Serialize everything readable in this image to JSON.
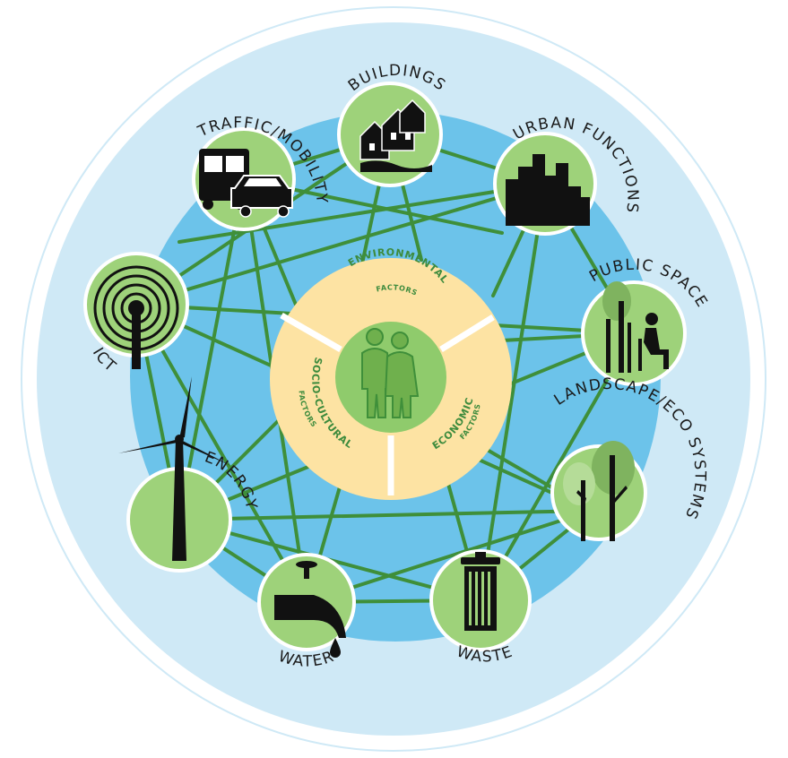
{
  "colors": {
    "outer_ring": "#cfe9f6",
    "inner_disc": "#6cc3ea",
    "node_fill": "#9ed27a",
    "connector": "#3f8f3a",
    "center_disc": "#fde3a3",
    "center_inner": "#8fcb6c",
    "icon": "#111111"
  },
  "nodes": [
    {
      "key": "buildings",
      "label": "BUILDINGS",
      "icon": "houses-icon"
    },
    {
      "key": "urban",
      "label": "URBAN FUNCTIONS",
      "icon": "city-skyline-icon"
    },
    {
      "key": "public",
      "label": "PUBLIC SPACE",
      "icon": "person-on-bench-icon"
    },
    {
      "key": "landscape",
      "label": "LANDSCAPE/ECO SYSTEMS",
      "icon": "trees-icon"
    },
    {
      "key": "waste",
      "label": "WASTE",
      "icon": "trash-can-icon"
    },
    {
      "key": "water",
      "label": "WATER",
      "icon": "water-tap-icon"
    },
    {
      "key": "energy",
      "label": "ENERGY",
      "icon": "wind-turbine-icon"
    },
    {
      "key": "ict",
      "label": "ICT",
      "icon": "antenna-signal-icon"
    },
    {
      "key": "traffic",
      "label": "TRAFFIC/MOBILITY",
      "icon": "bus-and-car-icon"
    }
  ],
  "center": {
    "icon": "people-icon",
    "sectors": [
      {
        "key": "environmental",
        "title": "ENVIRONMENTAL",
        "sub": "FACTORS"
      },
      {
        "key": "economic",
        "title": "ECONOMIC",
        "sub": "FACTORS"
      },
      {
        "key": "socio",
        "title": "SOCIO-CULTURAL",
        "sub": "FACTORS"
      }
    ]
  }
}
